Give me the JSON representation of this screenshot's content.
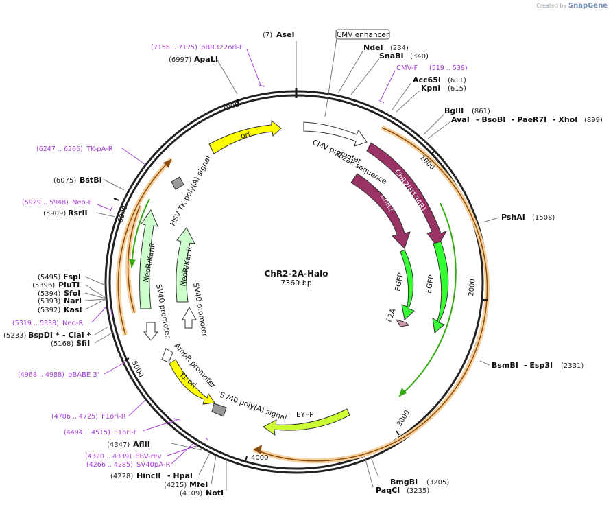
{
  "credit": {
    "prefix": "Created by",
    "brand": "SnapGene"
  },
  "plasmid": {
    "name": "ChR2-2A-Halo",
    "length_label": "7369 bp",
    "length": 7369
  },
  "feature_box": "CMV enhancer",
  "tick_labels": [
    "1000",
    "2000",
    "3000",
    "4000",
    "5000",
    "6000",
    "7000"
  ],
  "enzymes": [
    {
      "pos": "(7)",
      "name": "AseI"
    },
    {
      "pos": "(234)",
      "name": "NdeI"
    },
    {
      "pos": "(340)",
      "name": "SnaBI"
    },
    {
      "pos": "(611)",
      "name": "Acc65I"
    },
    {
      "pos": "(615)",
      "name": "KpnI"
    },
    {
      "pos": "(861)",
      "name": "BglII"
    },
    {
      "pos": "(899)",
      "name": "AvaI",
      "extra": [
        "- BsoBI",
        "- PaeR7I",
        "- XhoI"
      ]
    },
    {
      "pos": "(1508)",
      "name": "PshAI"
    },
    {
      "pos": "(2331)",
      "name": "BsmBI",
      "extra": [
        "- Esp3I"
      ]
    },
    {
      "pos": "(3205)",
      "name": "BmgBI"
    },
    {
      "pos": "(3235)",
      "name": "PaqCI"
    },
    {
      "pos": "(4109)",
      "name": "NotI"
    },
    {
      "pos": "(4215)",
      "name": "MfeI"
    },
    {
      "pos": "(4228)",
      "name": "HincII",
      "extra": [
        "- HpaI"
      ]
    },
    {
      "pos": "(4347)",
      "name": "AflII"
    },
    {
      "pos": "(5168)",
      "name": "SfiI"
    },
    {
      "pos": "(5233)",
      "name": "BspDI *",
      "extra": [
        "- ClaI *"
      ]
    },
    {
      "pos": "(5392)",
      "name": "KasI"
    },
    {
      "pos": "(5393)",
      "name": "NarI"
    },
    {
      "pos": "(5394)",
      "name": "SfoI"
    },
    {
      "pos": "(5396)",
      "name": "PluTI"
    },
    {
      "pos": "(5495)",
      "name": "FspI"
    },
    {
      "pos": "(5909)",
      "name": "RsrII"
    },
    {
      "pos": "(6075)",
      "name": "BstBI"
    },
    {
      "pos": "(6997)",
      "name": "ApaLI"
    }
  ],
  "primers": [
    {
      "range": "(7156 .. 7175)",
      "name": "pBR322ori-F"
    },
    {
      "range": "(519 .. 539)",
      "name": "CMV-F"
    },
    {
      "range": "(6247 .. 6266)",
      "name": "TK-pA-R"
    },
    {
      "range": "(5929 .. 5948)",
      "name": "Neo-F"
    },
    {
      "range": "(5319 .. 5338)",
      "name": "Neo-R"
    },
    {
      "range": "(4968 .. 4988)",
      "name": "pBABE 3'"
    },
    {
      "range": "(4706 .. 4725)",
      "name": "F1ori-R"
    },
    {
      "range": "(4494 .. 4515)",
      "name": "F1ori-F"
    },
    {
      "range": "(4320 .. 4339)",
      "name": "EBV-rev"
    },
    {
      "range": "(4266 .. 4285)",
      "name": "SV40pA-R"
    }
  ],
  "features": [
    {
      "name": "CMV promoter",
      "color": "#ffffff"
    },
    {
      "name": "Kozak sequence",
      "color": "#ffffff"
    },
    {
      "name": "ChR2(H134R)",
      "color": "#993366"
    },
    {
      "name": "ChR2",
      "color": "#993366"
    },
    {
      "name": "EGFP",
      "color": "#33ff33"
    },
    {
      "name": "EGFP",
      "color": "#33ff33"
    },
    {
      "name": "F2A",
      "color": "#cc99aa"
    },
    {
      "name": "EYFP",
      "color": "#ccff33"
    },
    {
      "name": "SV40 poly(A) signal",
      "color": "#999999"
    },
    {
      "name": "f1 ori",
      "color": "#ffff00"
    },
    {
      "name": "AmpR promoter",
      "color": "#ffffff"
    },
    {
      "name": "SV40 promoter",
      "color": "#ffffff"
    },
    {
      "name": "SV40 promoter",
      "color": "#ffffff"
    },
    {
      "name": "NeoR/KanR",
      "color": "#ccffcc"
    },
    {
      "name": "NeoR/KanR",
      "color": "#ccffcc"
    },
    {
      "name": "HSV TK poly(A) signal",
      "color": "#999999"
    },
    {
      "name": "ori",
      "color": "#ffff00"
    }
  ],
  "colors": {
    "primer": "#a53fd6",
    "backbone": "#222222",
    "orf_fill": "#f6d09a",
    "orf_line": "#8a4b10",
    "orf_inner": "#33aa11"
  }
}
